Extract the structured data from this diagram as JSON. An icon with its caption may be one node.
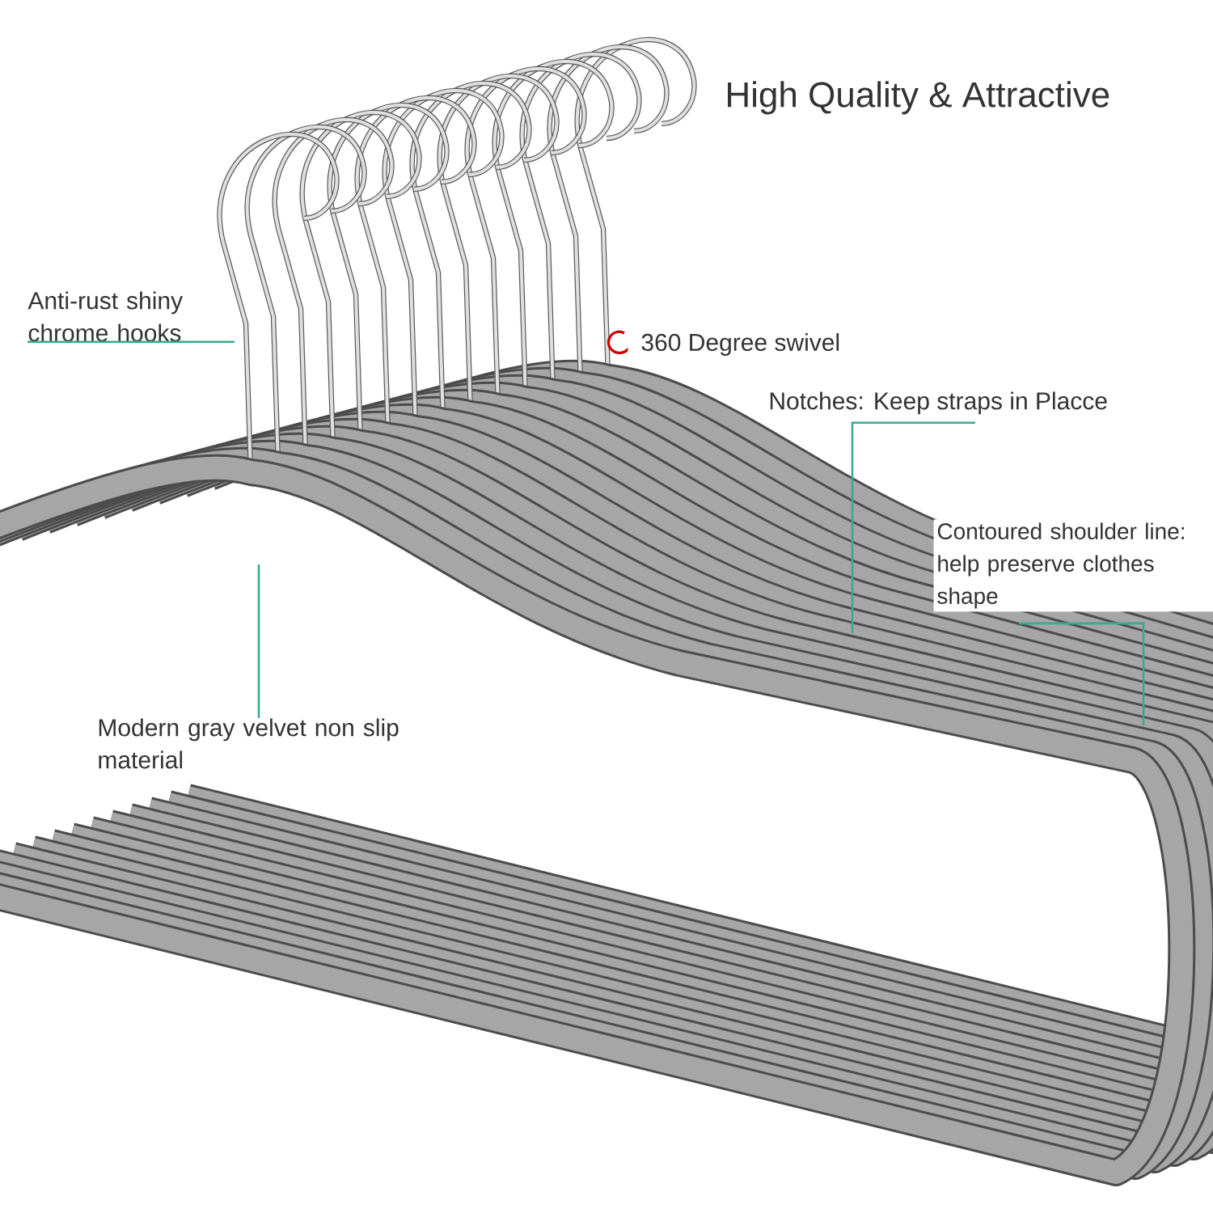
{
  "diagram": {
    "title": "High Quality & Attractive",
    "nodes": [
      {
        "text": [
          "Anti-rust shiny chrome hooks"
        ]
      },
      {
        "text": [
          "Modern gray velvet non slip material"
        ]
      },
      {
        "text": [
          "Notches: Keep straps in Placce"
        ]
      },
      {
        "text": [
          "Contoured shoulder line: help preserve clothes shape"
        ]
      }
    ],
    "edges": [
      {
        "from": 0,
        "to": null,
        "arrow": "none"
      },
      {
        "from": 1,
        "to": null,
        "arrow": "none"
      },
      {
        "from": 2,
        "to": null,
        "arrow": "none"
      },
      {
        "from": 3,
        "to": null,
        "arrow": "none"
      }
    ],
    "labels": [
      "360 Degree swivel"
    ]
  }
}
